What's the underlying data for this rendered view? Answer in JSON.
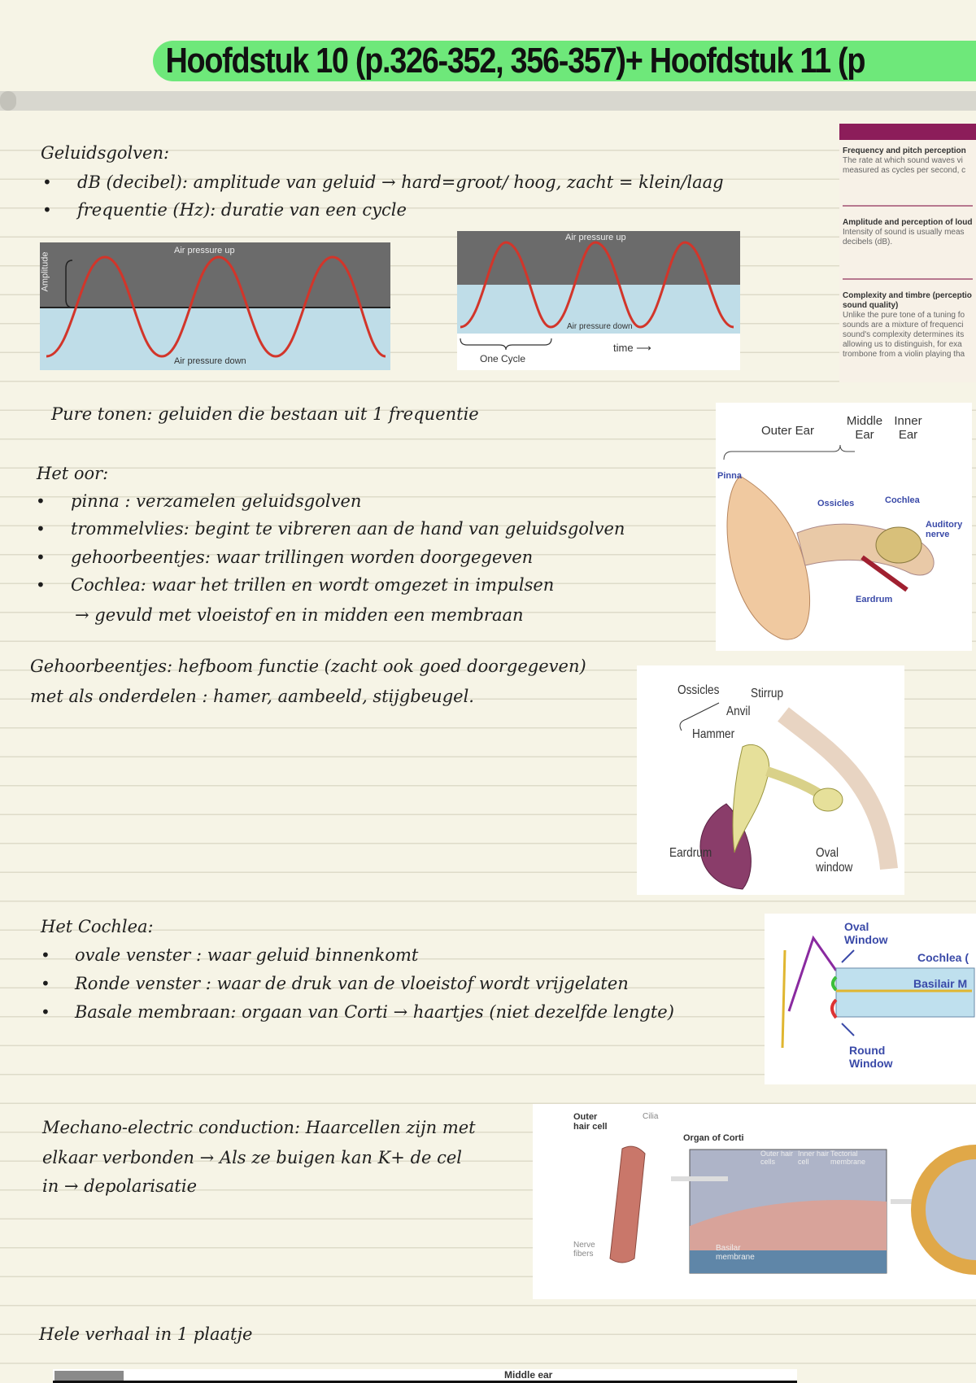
{
  "title": "Hoofdstuk 10 (p.326-352, 356-357)+ Hoofdstuk 11 (p",
  "geluidsgolven": {
    "heading": "Geluidsgolven:",
    "bullets": [
      "dB (decibel): amplitude van geluid → hard=groot/ hoog, zacht = klein/laag",
      "frequentie (Hz): duratie van een cycle"
    ]
  },
  "wave1": {
    "top": "Air pressure up",
    "bottom": "Air pressure down",
    "axis": "Amplitude"
  },
  "wave2": {
    "top": "Air pressure up",
    "bottom": "Air pressure down",
    "cycle": "One Cycle",
    "time": "time ⟶"
  },
  "panel": {
    "sections": [
      {
        "title": "Frequency and pitch perception",
        "lines": [
          "The rate at which sound waves vi",
          "measured as cycles per second, c"
        ]
      },
      {
        "title": "Amplitude and perception of loud",
        "lines": [
          "Intensity of sound is usually meas",
          "decibels (dB)."
        ]
      },
      {
        "title": "Complexity and timbre (perceptio",
        "title2": "sound quality)",
        "lines": [
          "Unlike the pure tone of a tuning fo",
          "sounds are a mixture of frequenci",
          "sound's complexity determines its",
          "allowing us to distinguish, for exa",
          "trombone from a violin playing tha"
        ]
      }
    ]
  },
  "pure": "Pure tonen: geluiden die bestaan uit 1 frequentie",
  "ear_img": {
    "outer": "Outer Ear",
    "middle": "Middle Ear",
    "inner": "Inner Ear",
    "pinna": "Pinna",
    "ossicles": "Ossicles",
    "cochlea": "Cochlea",
    "nerve": "Auditory nerve",
    "eardrum": "Eardrum"
  },
  "oor": {
    "heading": "Het oor:",
    "bullets": [
      "pinna : verzamelen geluidsgolven",
      "trommelvlies: begint te vibreren aan de hand van geluidsgolven",
      "gehoorbeentjes: waar trillingen worden doorgegeven",
      "Cochlea: waar het trillen en wordt omgezet in impulsen"
    ],
    "sub": "→ gevuld met vloeistof en in midden een membraan"
  },
  "beentjes": {
    "line1": "Gehoorbeentjes: hefboom functie (zacht ook goed doorgegeven)",
    "line2": "met als onderdelen : hamer, aambeeld, stijgbeugel."
  },
  "ossicles_img": {
    "ossicles": "Ossicles",
    "stirrup": "Stirrup",
    "anvil": "Anvil",
    "hammer": "Hammer",
    "eardrum": "Eardrum",
    "oval": "Oval window"
  },
  "cochlea": {
    "heading": "Het Cochlea:",
    "bullets": [
      "ovale venster : waar geluid binnenkomt",
      "Ronde venster : waar de druk van de vloeistof wordt vrijgelaten",
      "Basale membraan: orgaan van Corti → haartjes (niet dezelfde lengte)"
    ]
  },
  "cochlea_img": {
    "oval": "Oval Window",
    "cochlea": "Cochlea (",
    "basilar": "Basilair M",
    "round": "Round Window"
  },
  "mechano": {
    "lines": [
      "Mechano-electric conduction: Haarcellen zijn met",
      "elkaar verbonden → Als ze buigen kan K+ de cel",
      "in → depolarisatie"
    ]
  },
  "hair_img": {
    "outer": "Outer hair cell",
    "cilia": "Cilia",
    "corti": "Organ of Corti",
    "outer_cells": "Outer hair cells",
    "inner_cell": "Inner hair cell",
    "tectorial": "Tectorial membrane",
    "nerve": "Nerve fibers",
    "basilar": "Basilar membrane"
  },
  "hele": "Hele verhaal in 1 plaatje",
  "bottom_img": {
    "label": "Middle ear"
  }
}
